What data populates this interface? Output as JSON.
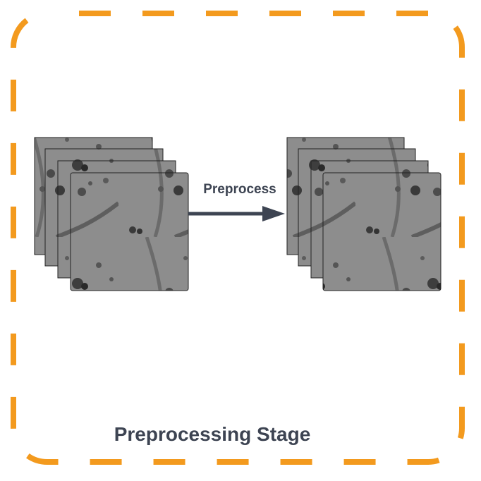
{
  "diagram": {
    "title": "Preprocessing Stage",
    "arrow_label": "Preprocess",
    "colors": {
      "border": "#F39A1E",
      "arrow": "#3D4452",
      "text": "#3D4452",
      "image_bg": "#8f8f8f"
    },
    "input_stack": {
      "name": "input-image-stack",
      "count": 4
    },
    "output_stack": {
      "name": "output-image-stack",
      "count": 4
    }
  }
}
